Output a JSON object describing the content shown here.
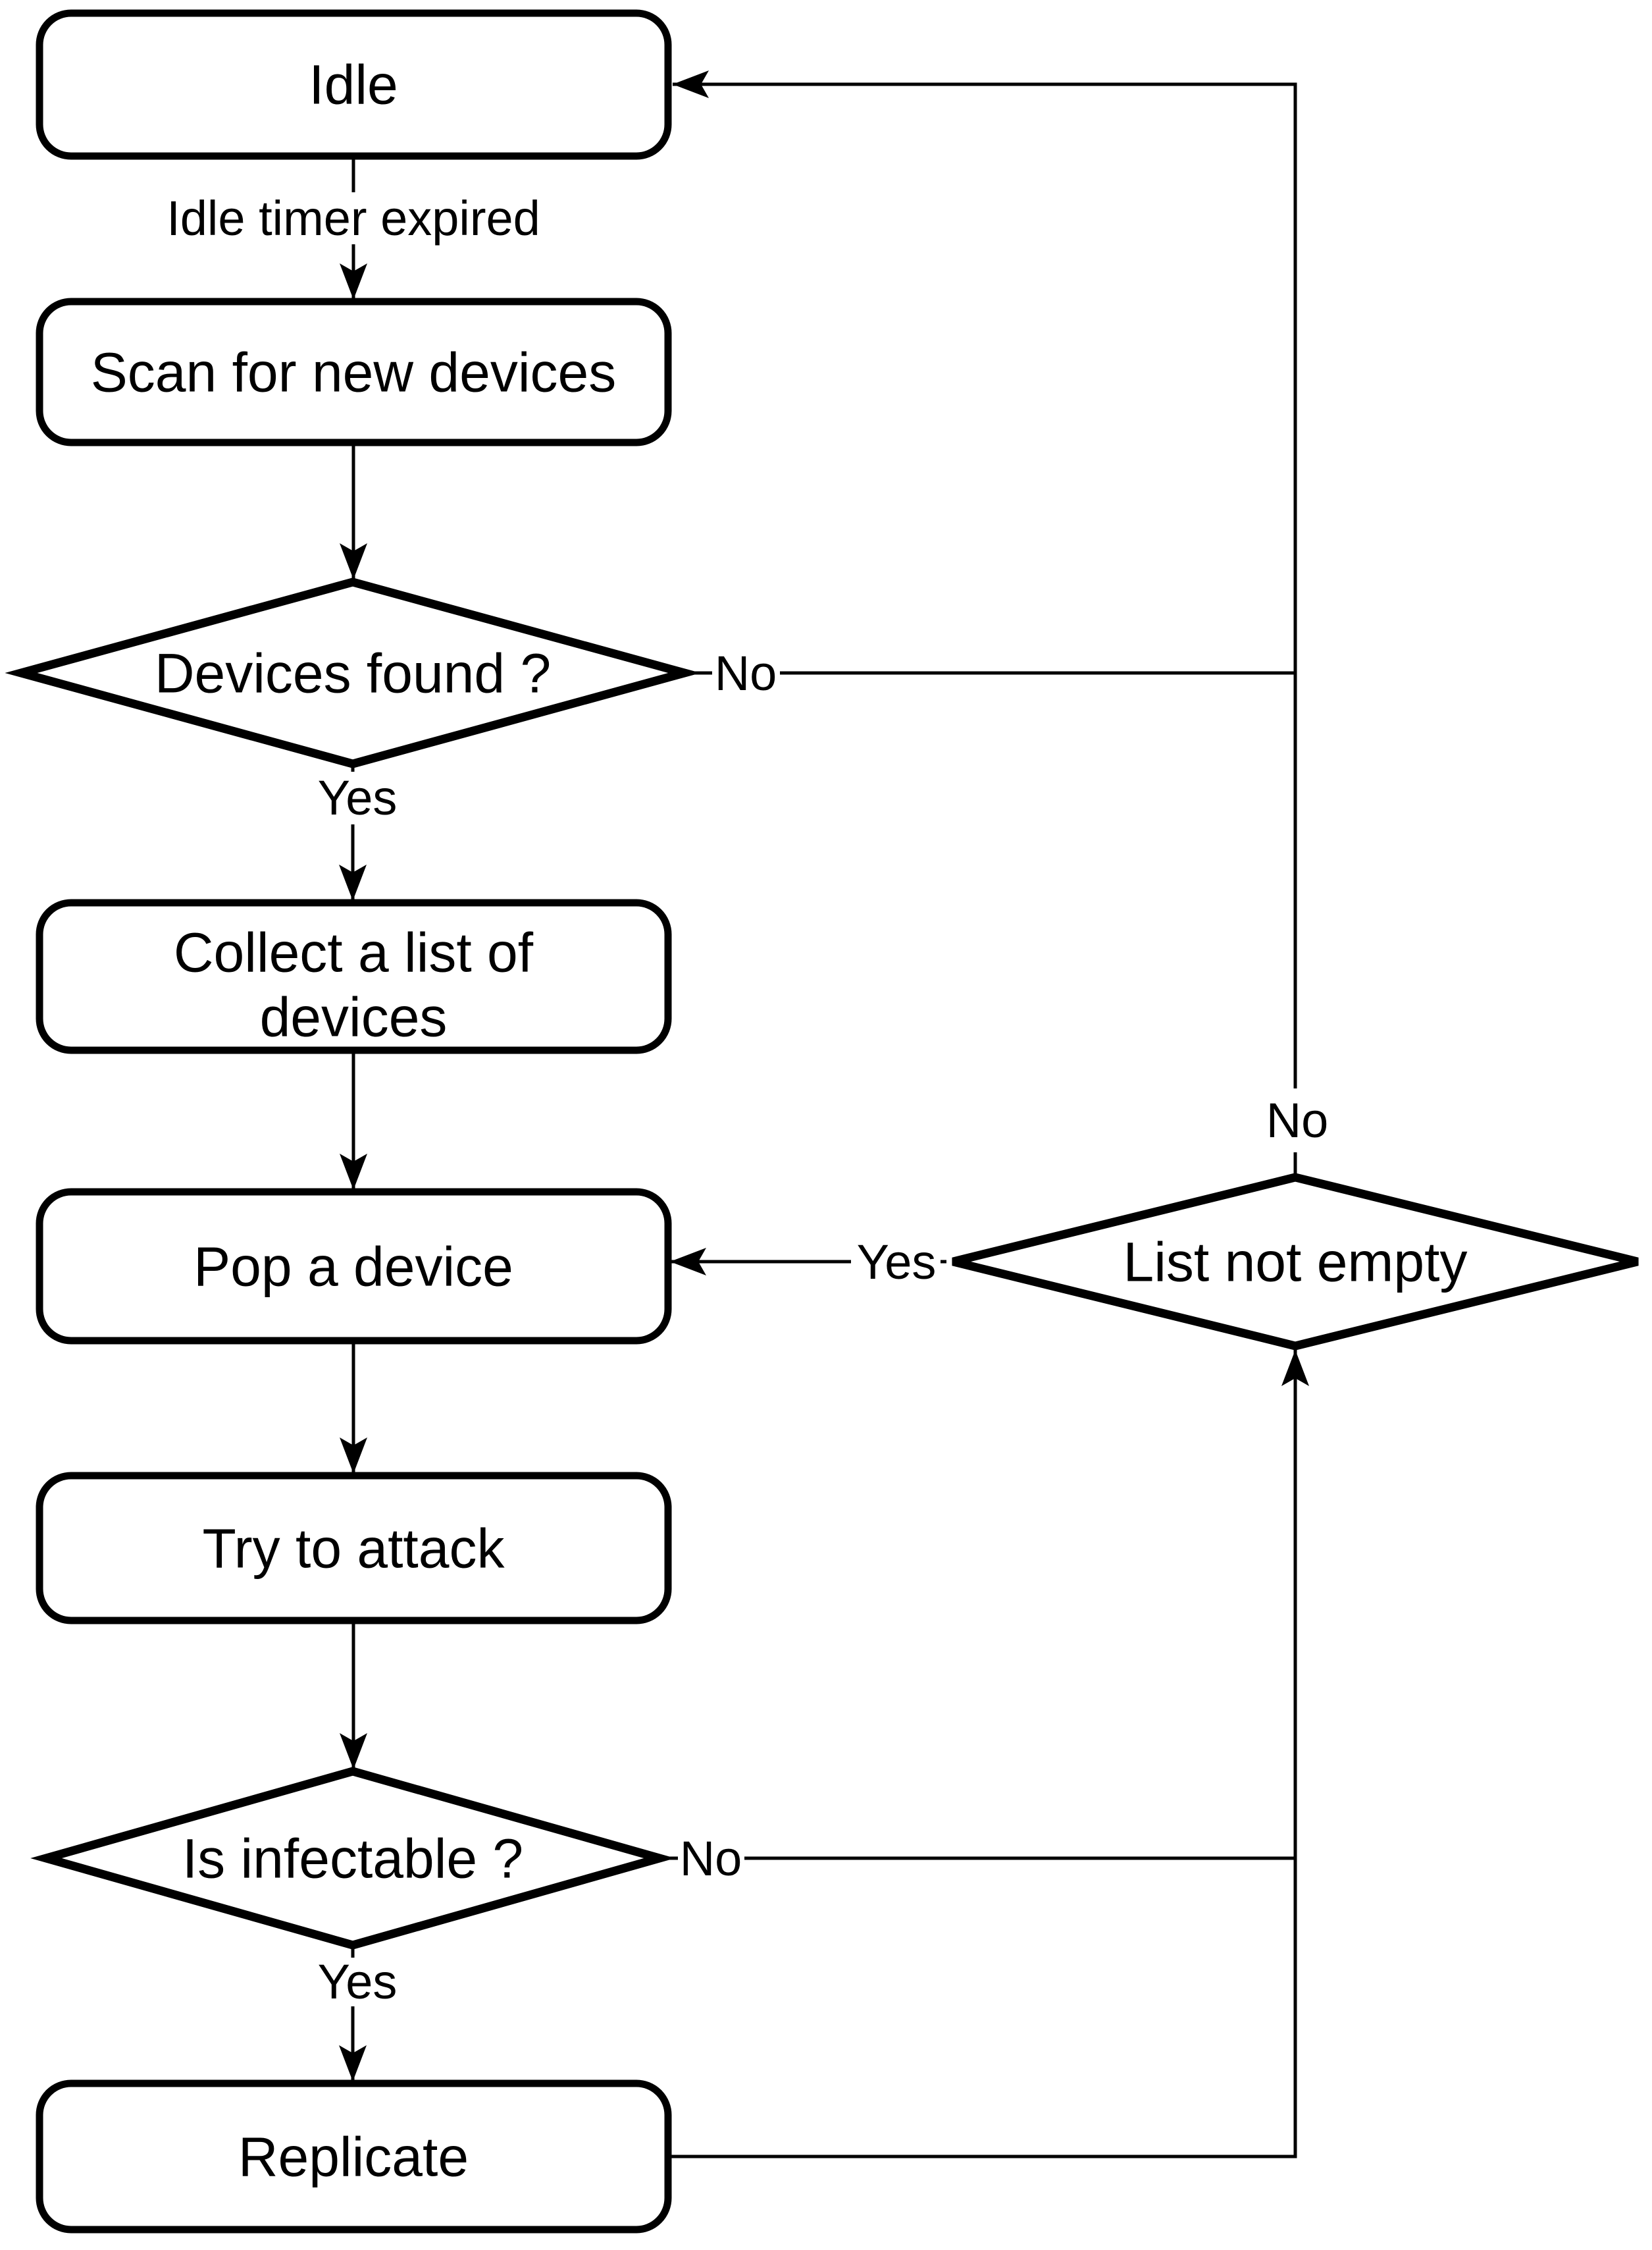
{
  "nodes": {
    "idle": {
      "label": "Idle",
      "type": "process"
    },
    "scan": {
      "label": "Scan for new devices",
      "type": "process"
    },
    "devices_found": {
      "label": "Devices found ?",
      "type": "decision"
    },
    "collect": {
      "label": "Collect a list of devices",
      "lines": [
        "Collect a list of",
        "devices"
      ],
      "type": "process"
    },
    "pop": {
      "label": "Pop a device",
      "type": "process"
    },
    "try_attack": {
      "label": "Try to attack",
      "type": "process"
    },
    "is_infectable": {
      "label": "Is infectable ?",
      "type": "decision"
    },
    "replicate": {
      "label": "Replicate",
      "type": "process"
    },
    "list_not_empty": {
      "label": "List not empty",
      "type": "decision"
    }
  },
  "edge_labels": {
    "idle_to_scan": "Idle timer expired",
    "devices_found_no": "No",
    "devices_found_yes": "Yes",
    "list_not_empty_no": "No",
    "list_not_empty_yes": "Yes",
    "is_infectable_no": "No",
    "is_infectable_yes": "Yes"
  },
  "colors": {
    "stroke": "#000000",
    "node_fill": "#ffffff",
    "background": "#ffffff",
    "text": "#000000"
  }
}
